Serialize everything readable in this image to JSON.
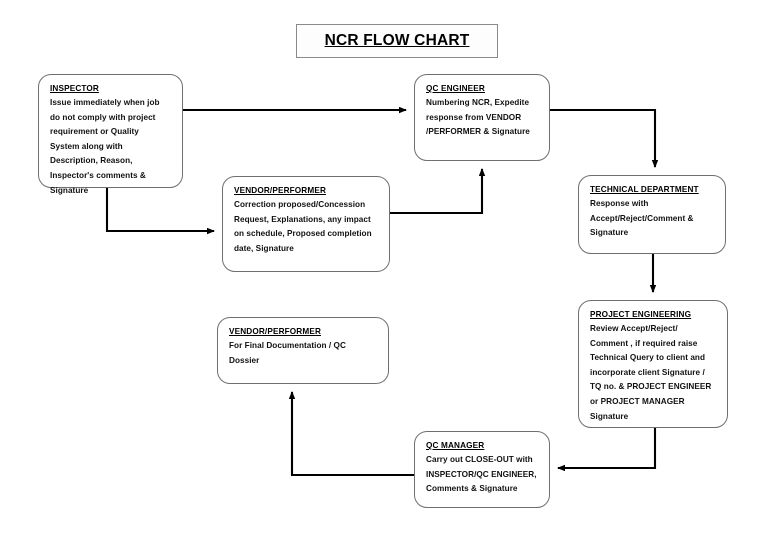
{
  "title": {
    "text": "NCR FLOW CHART"
  },
  "colors": {
    "background": "#ffffff",
    "box_border": "#6f6f6f",
    "title_border": "#8a8a8a",
    "text": "#000000",
    "connector": "#000000"
  },
  "nodes": {
    "inspector": {
      "heading": "INSPECTOR",
      "body": "Issue immediately when job\ndo not comply with project\nrequirement or Quality\nSystem along  with\nDescription, Reason,\nInspector's comments &\nSignature"
    },
    "qc_engineer": {
      "heading": "QC ENGINEER",
      "body": "Numbering NCR, Expedite\nresponse from VENDOR\n/PERFORMER & Signature"
    },
    "vendor_response": {
      "heading": "VENDOR/PERFORMER",
      "body": "Correction proposed/Concession\nRequest, Explanations, any impact\non schedule, Proposed completion\ndate, Signature"
    },
    "technical_department": {
      "heading": "TECHNICAL DEPARTMENT",
      "body": "Response with\nAccept/Reject/Comment &\nSignature"
    },
    "project_engineering": {
      "heading": "PROJECT ENGINEERING",
      "body": "Review  Accept/Reject/\nComment , if  required raise\nTechnical Query to client and\nincorporate client Signature /\nTQ no. & PROJECT ENGINEER\nor PROJECT MANAGER\nSignature"
    },
    "qc_manager": {
      "heading": "QC MANAGER",
      "body": "Carry out CLOSE-OUT with\nINSPECTOR/QC ENGINEER,\nComments & Signature"
    },
    "vendor_final": {
      "heading": "VENDOR/PERFORMER",
      "body": "For Final Documentation / QC\nDossier"
    }
  },
  "connectors": [
    {
      "name": "inspector-to-qc-engineer",
      "from": "inspector",
      "to": "qc_engineer",
      "shape": "straight-right"
    },
    {
      "name": "inspector-to-vendor-response",
      "from": "inspector",
      "to": "vendor_response",
      "shape": "down-then-right"
    },
    {
      "name": "vendor-response-to-qc-engineer",
      "from": "vendor_response",
      "to": "qc_engineer",
      "shape": "right-then-up"
    },
    {
      "name": "qc-engineer-to-technical-dept",
      "from": "qc_engineer",
      "to": "technical_department",
      "shape": "right-then-down"
    },
    {
      "name": "technical-dept-to-project-eng",
      "from": "technical_department",
      "to": "project_engineering",
      "shape": "straight-down"
    },
    {
      "name": "project-eng-to-qc-manager",
      "from": "project_engineering",
      "to": "qc_manager",
      "shape": "down-then-left"
    },
    {
      "name": "qc-manager-to-vendor-final",
      "from": "qc_manager",
      "to": "vendor_final",
      "shape": "left-then-up"
    }
  ]
}
